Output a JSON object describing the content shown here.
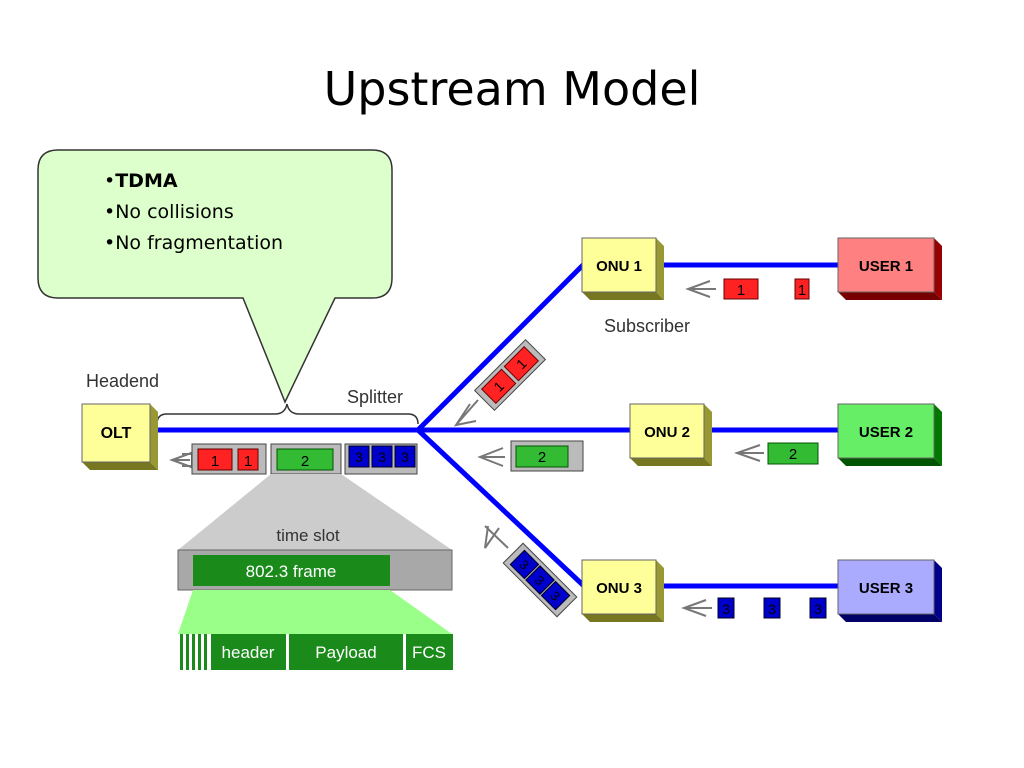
{
  "slide": {
    "title": "Upstream Model"
  },
  "callout": {
    "bullets": [
      "TDMA",
      "No collisions",
      "No fragmentation"
    ],
    "bullet_char": "•"
  },
  "labels": {
    "headend": "Headend",
    "splitter": "Splitter",
    "subscriber": "Subscriber",
    "time_slot": "time slot"
  },
  "nodes": {
    "olt": "OLT",
    "onu1": "ONU 1",
    "onu2": "ONU 2",
    "onu3": "ONU 3",
    "user1": "USER 1",
    "user2": "USER 2",
    "user3": "USER 3"
  },
  "packets": {
    "p1": "1",
    "p2": "2",
    "p3": "3"
  },
  "frame": {
    "label": "802.3 frame",
    "header": "header",
    "payload": "Payload",
    "fcs": "FCS"
  },
  "colors": {
    "fiber": "#0000ff",
    "node_yellow": "#ffff99",
    "user1": "#ff8080",
    "user2": "#66ee66",
    "user3": "#aaaaff",
    "red": "#ff2222",
    "green": "#33bb33",
    "blue": "#0000cc",
    "callout": "#ddffcc"
  }
}
